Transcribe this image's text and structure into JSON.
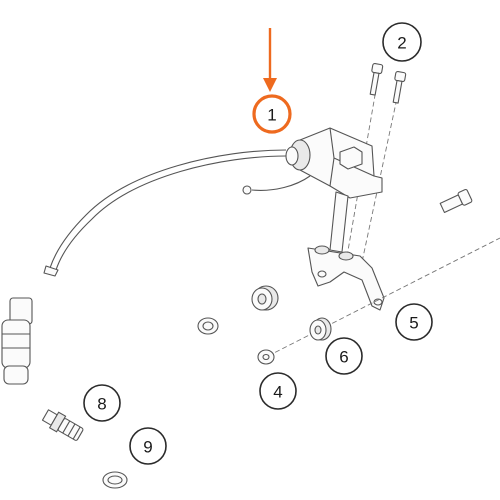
{
  "colors": {
    "highlight": "#ee6a1f",
    "line": "#555555"
  },
  "callouts": [
    {
      "id": "callout-1",
      "label": "1",
      "highlighted": true
    },
    {
      "id": "callout-2",
      "label": "2",
      "highlighted": false
    },
    {
      "id": "callout-4",
      "label": "4",
      "highlighted": false
    },
    {
      "id": "callout-5",
      "label": "5",
      "highlighted": false
    },
    {
      "id": "callout-6",
      "label": "6",
      "highlighted": false
    },
    {
      "id": "callout-8",
      "label": "8",
      "highlighted": false
    },
    {
      "id": "callout-9",
      "label": "9",
      "highlighted": false
    }
  ]
}
